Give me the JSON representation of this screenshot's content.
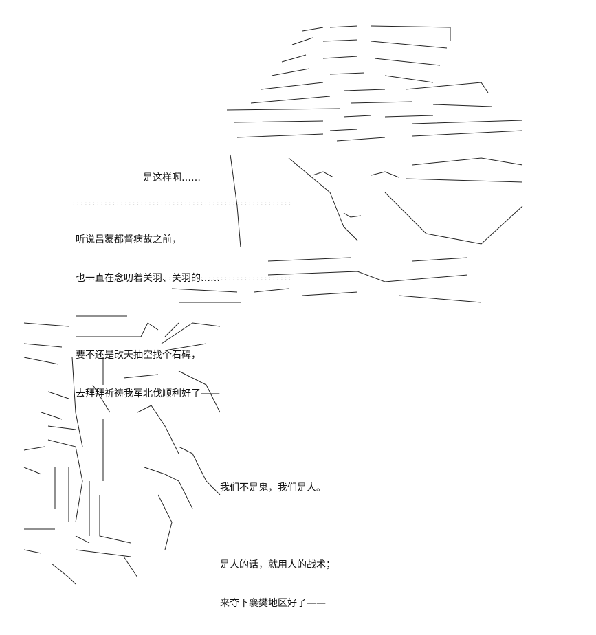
{
  "panel_top": {
    "speech": "是这样啊……",
    "narration": [
      "听说吕蒙都督病故之前，",
      "也一直在念叨着关羽、关羽的……",
      "",
      "要不还是改天抽空找个石碑，",
      "去拜拜祈祷我军北伐顺利好了——"
    ]
  },
  "panel_bottom": {
    "lines": [
      "我们不是鬼，我们是人。",
      "",
      "是人的话，就用人的战术；",
      "来夺下襄樊地区好了——"
    ]
  },
  "colors": {
    "ink": "#111111",
    "background": "#ffffff"
  }
}
